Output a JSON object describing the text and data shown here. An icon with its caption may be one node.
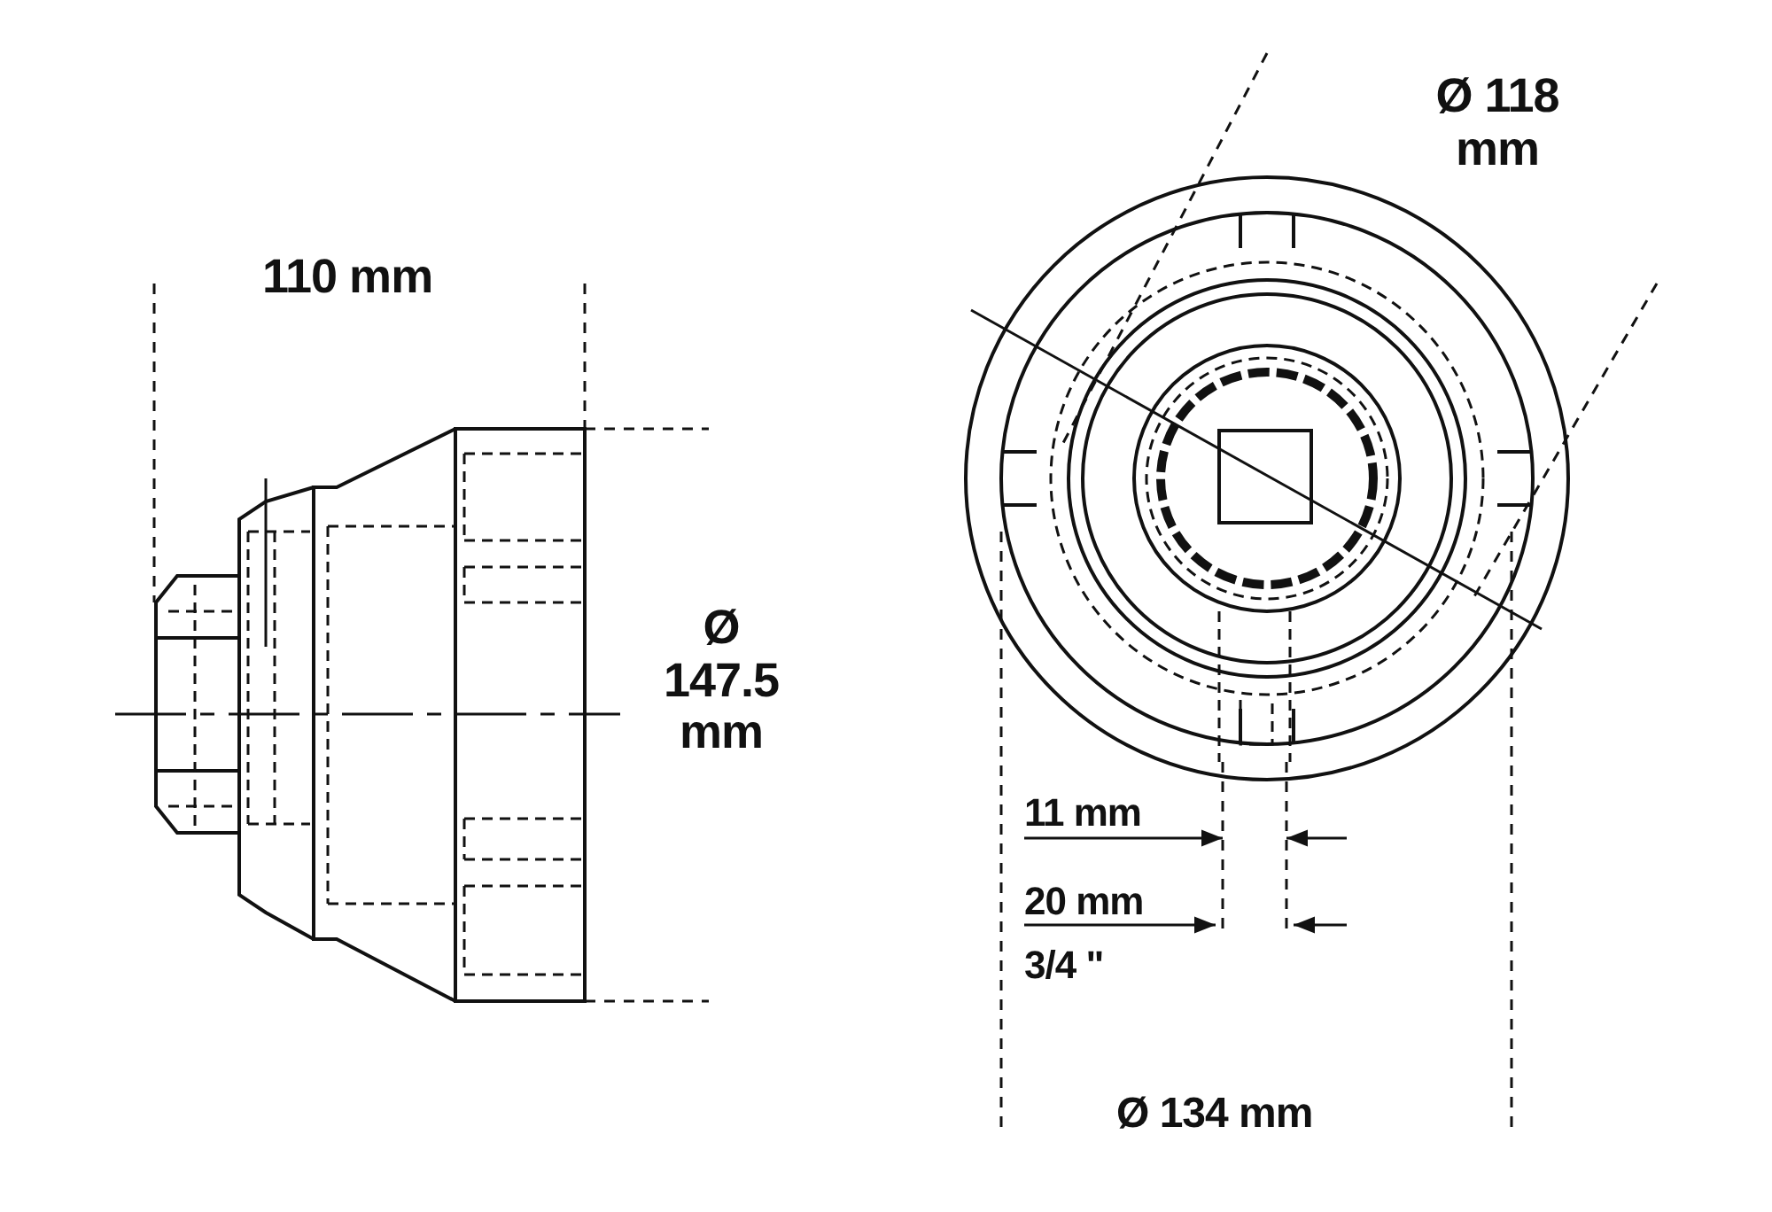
{
  "diagram": {
    "labels": [
      "110 mm",
      "Ø 118 mm",
      "Ø 147.5 mm",
      "11 mm",
      "20 mm",
      "3/4 \"",
      "Ø 134 mm"
    ]
  }
}
